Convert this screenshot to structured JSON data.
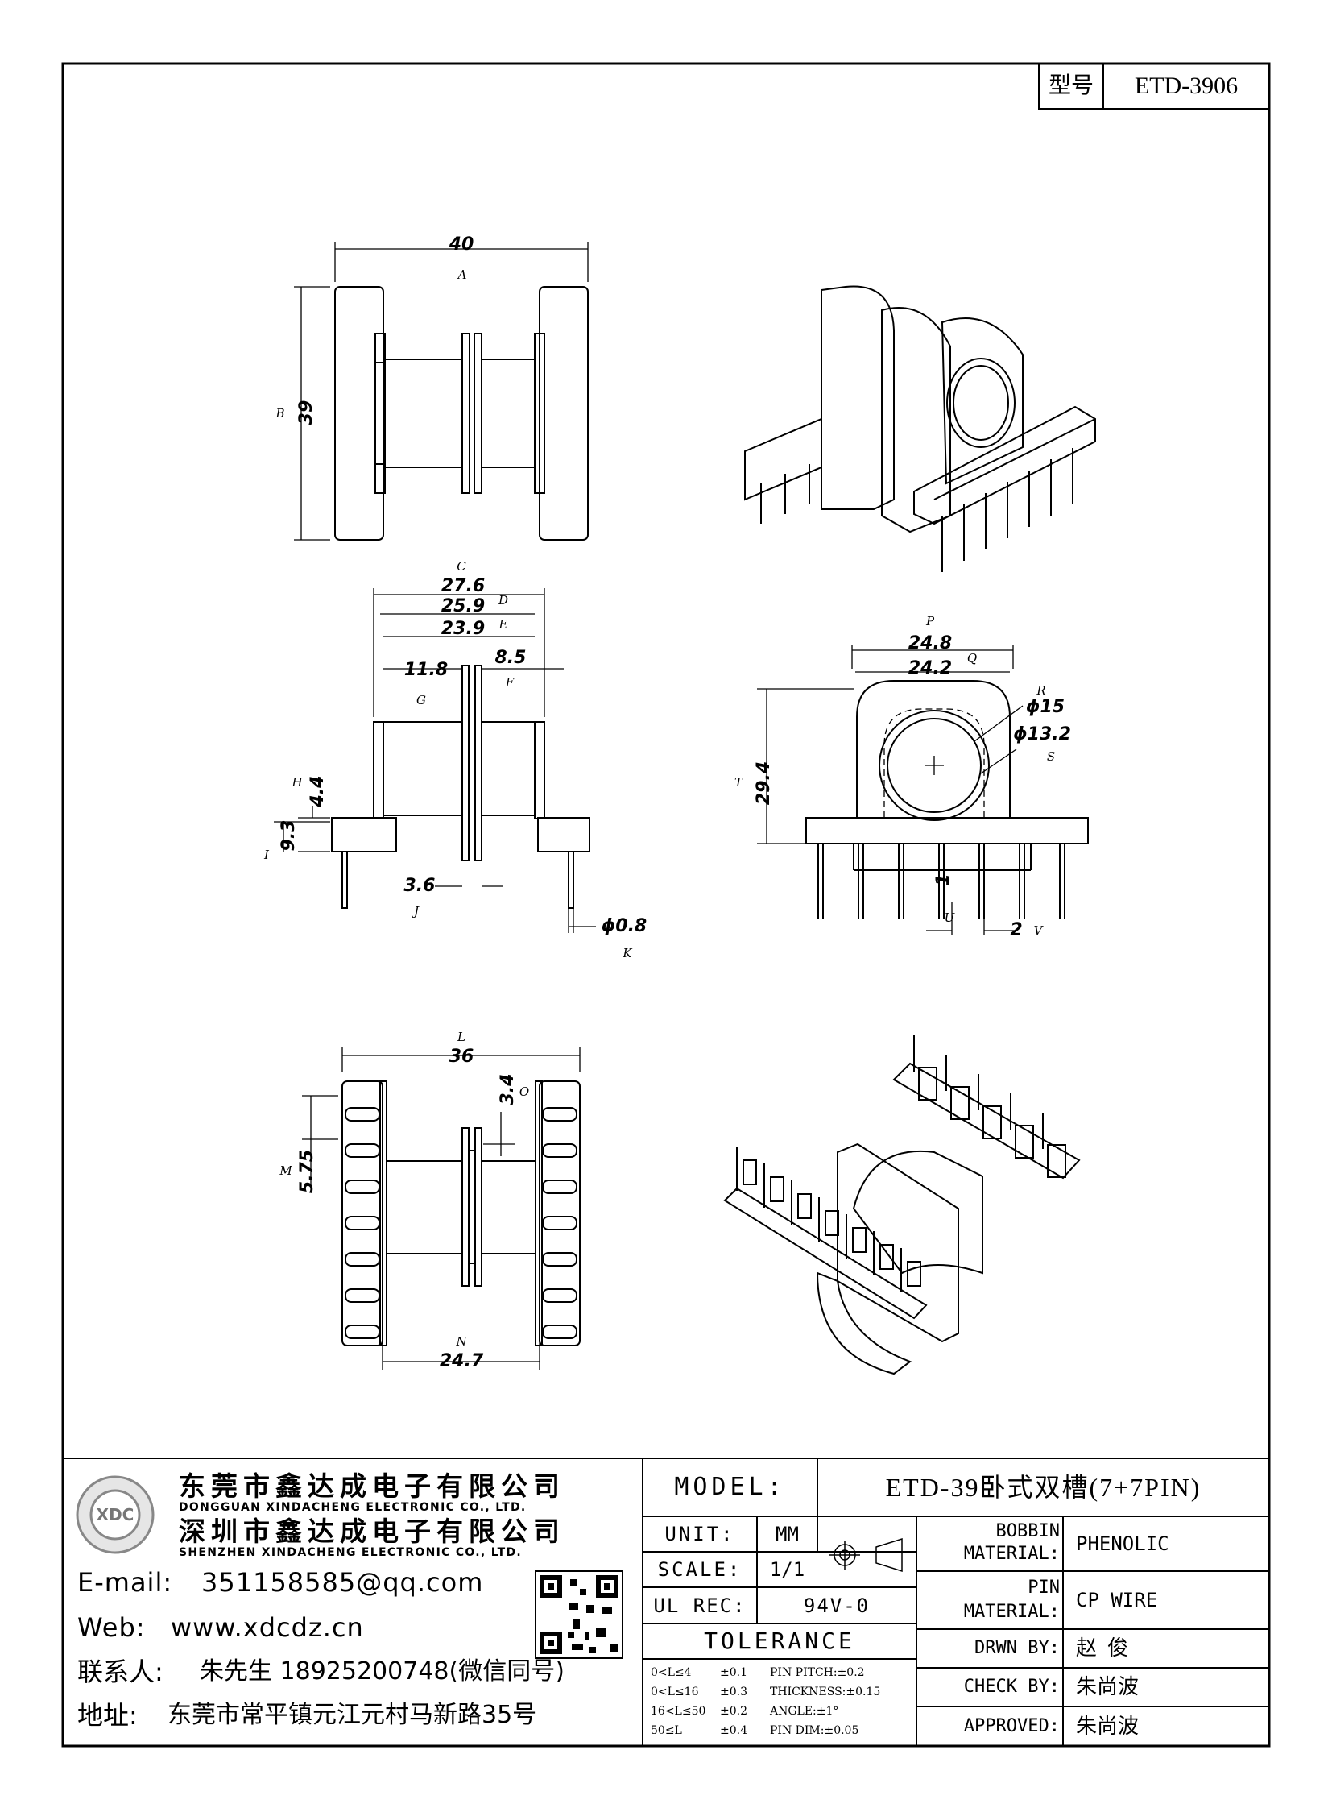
{
  "header": {
    "model_label": "型号",
    "model_value": "ETD-3906"
  },
  "dimensions": {
    "overall_width": "40",
    "overall_height": "39",
    "c_width": "27.6",
    "d_width": "25.9",
    "e_width": "23.9",
    "g_width": "11.8",
    "f_width": "8.5",
    "h_height": "4.4",
    "i_height": "9.3",
    "j_gap": "3.6",
    "k_pin": "ϕ0.8",
    "p_width": "24.8",
    "q_width": "24.2",
    "r_dia": "ϕ15",
    "s_dia": "ϕ13.2",
    "t_height": "29.4",
    "u_len": "1",
    "v_pitch": "2",
    "l_width": "36",
    "o_len": "3.4",
    "m_len": "5.75",
    "n_width": "24.7"
  },
  "refs": {
    "a": "A",
    "b": "B",
    "c": "C",
    "d": "D",
    "e": "E",
    "f": "F",
    "g": "G",
    "h": "H",
    "i": "I",
    "j": "J",
    "k": "K",
    "l": "L",
    "m": "M",
    "n": "N",
    "o": "O",
    "p": "P",
    "q": "Q",
    "r": "R",
    "s": "S",
    "t": "T",
    "u": "U",
    "v": "V"
  },
  "company": {
    "name_dg": "东莞市鑫达成电子有限公司",
    "name_dg_en": "DONGGUAN XINDACHENG ELECTRONIC CO., LTD.",
    "name_sz": "深圳市鑫达成电子有限公司",
    "name_sz_en": "SHENZHEN XINDACHENG ELECTRONIC CO., LTD.",
    "email_label": "E-mail:",
    "email": "351158585@qq.com",
    "web_label": "Web:",
    "web": "www.xdcdz.cn",
    "contact_label": "联系人:",
    "contact": "朱先生 18925200748(微信同号)",
    "address_label": "地址:",
    "address": "东莞市常平镇元江元村马新路35号",
    "logo_letters": "XDC"
  },
  "titleblock": {
    "model_label": "MODEL:",
    "model_value": "ETD-39卧式双槽(7+7PIN)",
    "unit_label": "UNIT:",
    "unit_value": "MM",
    "scale_label": "SCALE:",
    "scale_value": "1/1",
    "ul_label": "UL REC:",
    "ul_value": "94V-0",
    "tolerance_label": "TOLERANCE",
    "tol": [
      {
        "range": "0<L≤4",
        "value": "±0.1",
        "item": "PIN PITCH:±0.2"
      },
      {
        "range": "0<L≤16",
        "value": "±0.3",
        "item": "THICKNESS:±0.15"
      },
      {
        "range": "16<L≤50",
        "value": "±0.2",
        "item": "ANGLE:±1°"
      },
      {
        "range": "50≤L",
        "value": "±0.4",
        "item": "PIN DIM:±0.05"
      }
    ],
    "bobbin_label_1": "BOBBIN",
    "bobbin_label_2": "MATERIAL:",
    "bobbin_value": "PHENOLIC",
    "pin_label_1": "PIN",
    "pin_label_2": "MATERIAL:",
    "pin_value": "CP WIRE",
    "drawn_label": "DRWN BY:",
    "drawn_value": "赵  俊",
    "check_label": "CHECK BY:",
    "check_value": "朱尚波",
    "approved_label": "APPROVED:",
    "approved_value": "朱尚波"
  }
}
